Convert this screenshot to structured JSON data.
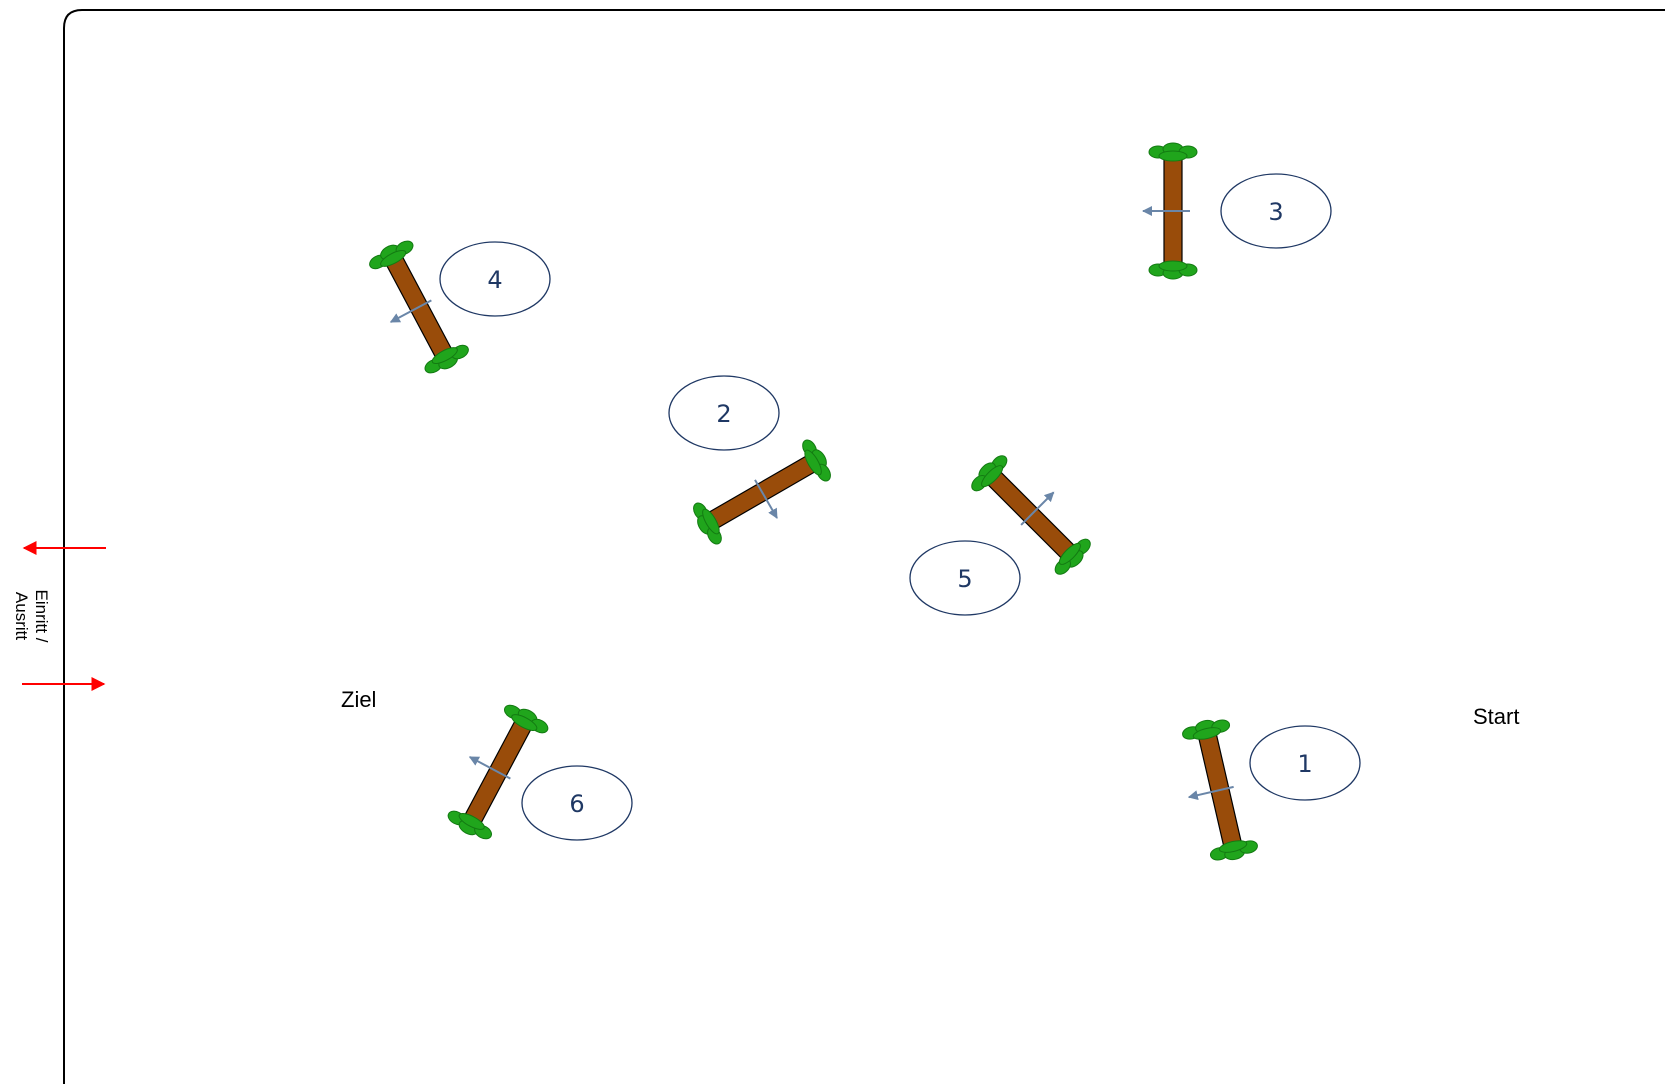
{
  "labels": {
    "start": "Start",
    "finish": "Ziel",
    "gate_line1": "Einritt /",
    "gate_line2": "Ausritt"
  },
  "jumps": [
    {
      "number": "1"
    },
    {
      "number": "2"
    },
    {
      "number": "3"
    },
    {
      "number": "4"
    },
    {
      "number": "5"
    },
    {
      "number": "6"
    }
  ],
  "colors": {
    "pole": "#994c0a",
    "foliage": "#20a51c",
    "direction_arrow": "#6a86a8",
    "number_text": "#1f3864",
    "number_circle": "#1f3864",
    "entry_arrows": "#ff0000",
    "arena_border": "#000000"
  }
}
